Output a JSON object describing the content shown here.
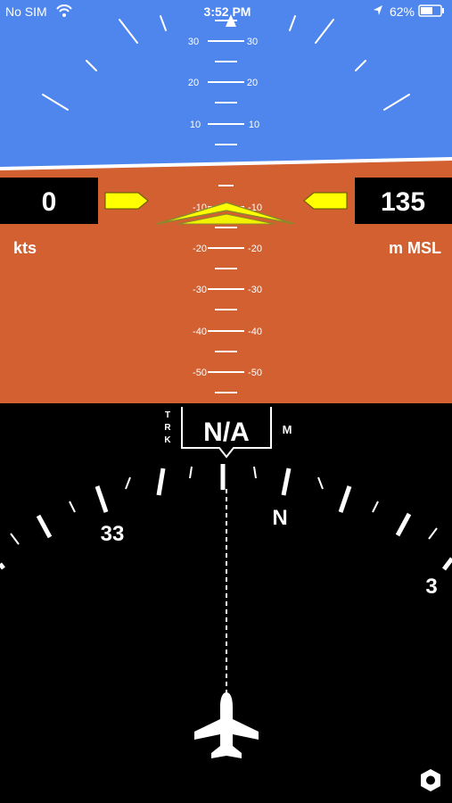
{
  "status_bar": {
    "carrier": "No SIM",
    "time": "3:52 PM",
    "battery_percent": "62%",
    "battery_level": 0.62
  },
  "attitude": {
    "pitch_up_labels": [
      "30",
      "20",
      "10"
    ],
    "pitch_down_labels": [
      "-10",
      "-20",
      "-30",
      "-40",
      "-50"
    ],
    "colors": {
      "sky": "#4f86ee",
      "ground": "#d26030",
      "marker": "#ffff00"
    }
  },
  "airspeed": {
    "value": "0",
    "unit": "kts"
  },
  "altitude": {
    "value": "135",
    "unit": "m MSL"
  },
  "track": {
    "letters": [
      "T",
      "R",
      "K"
    ],
    "value": "N/A",
    "reference": "M"
  },
  "compass": {
    "labels": [
      "33",
      "N",
      "3"
    ]
  },
  "icons": {
    "wifi": "wifi-icon",
    "location": "location-arrow-icon",
    "battery": "battery-icon",
    "aircraft": "airplane-icon",
    "settings": "hexagon-settings-icon"
  }
}
